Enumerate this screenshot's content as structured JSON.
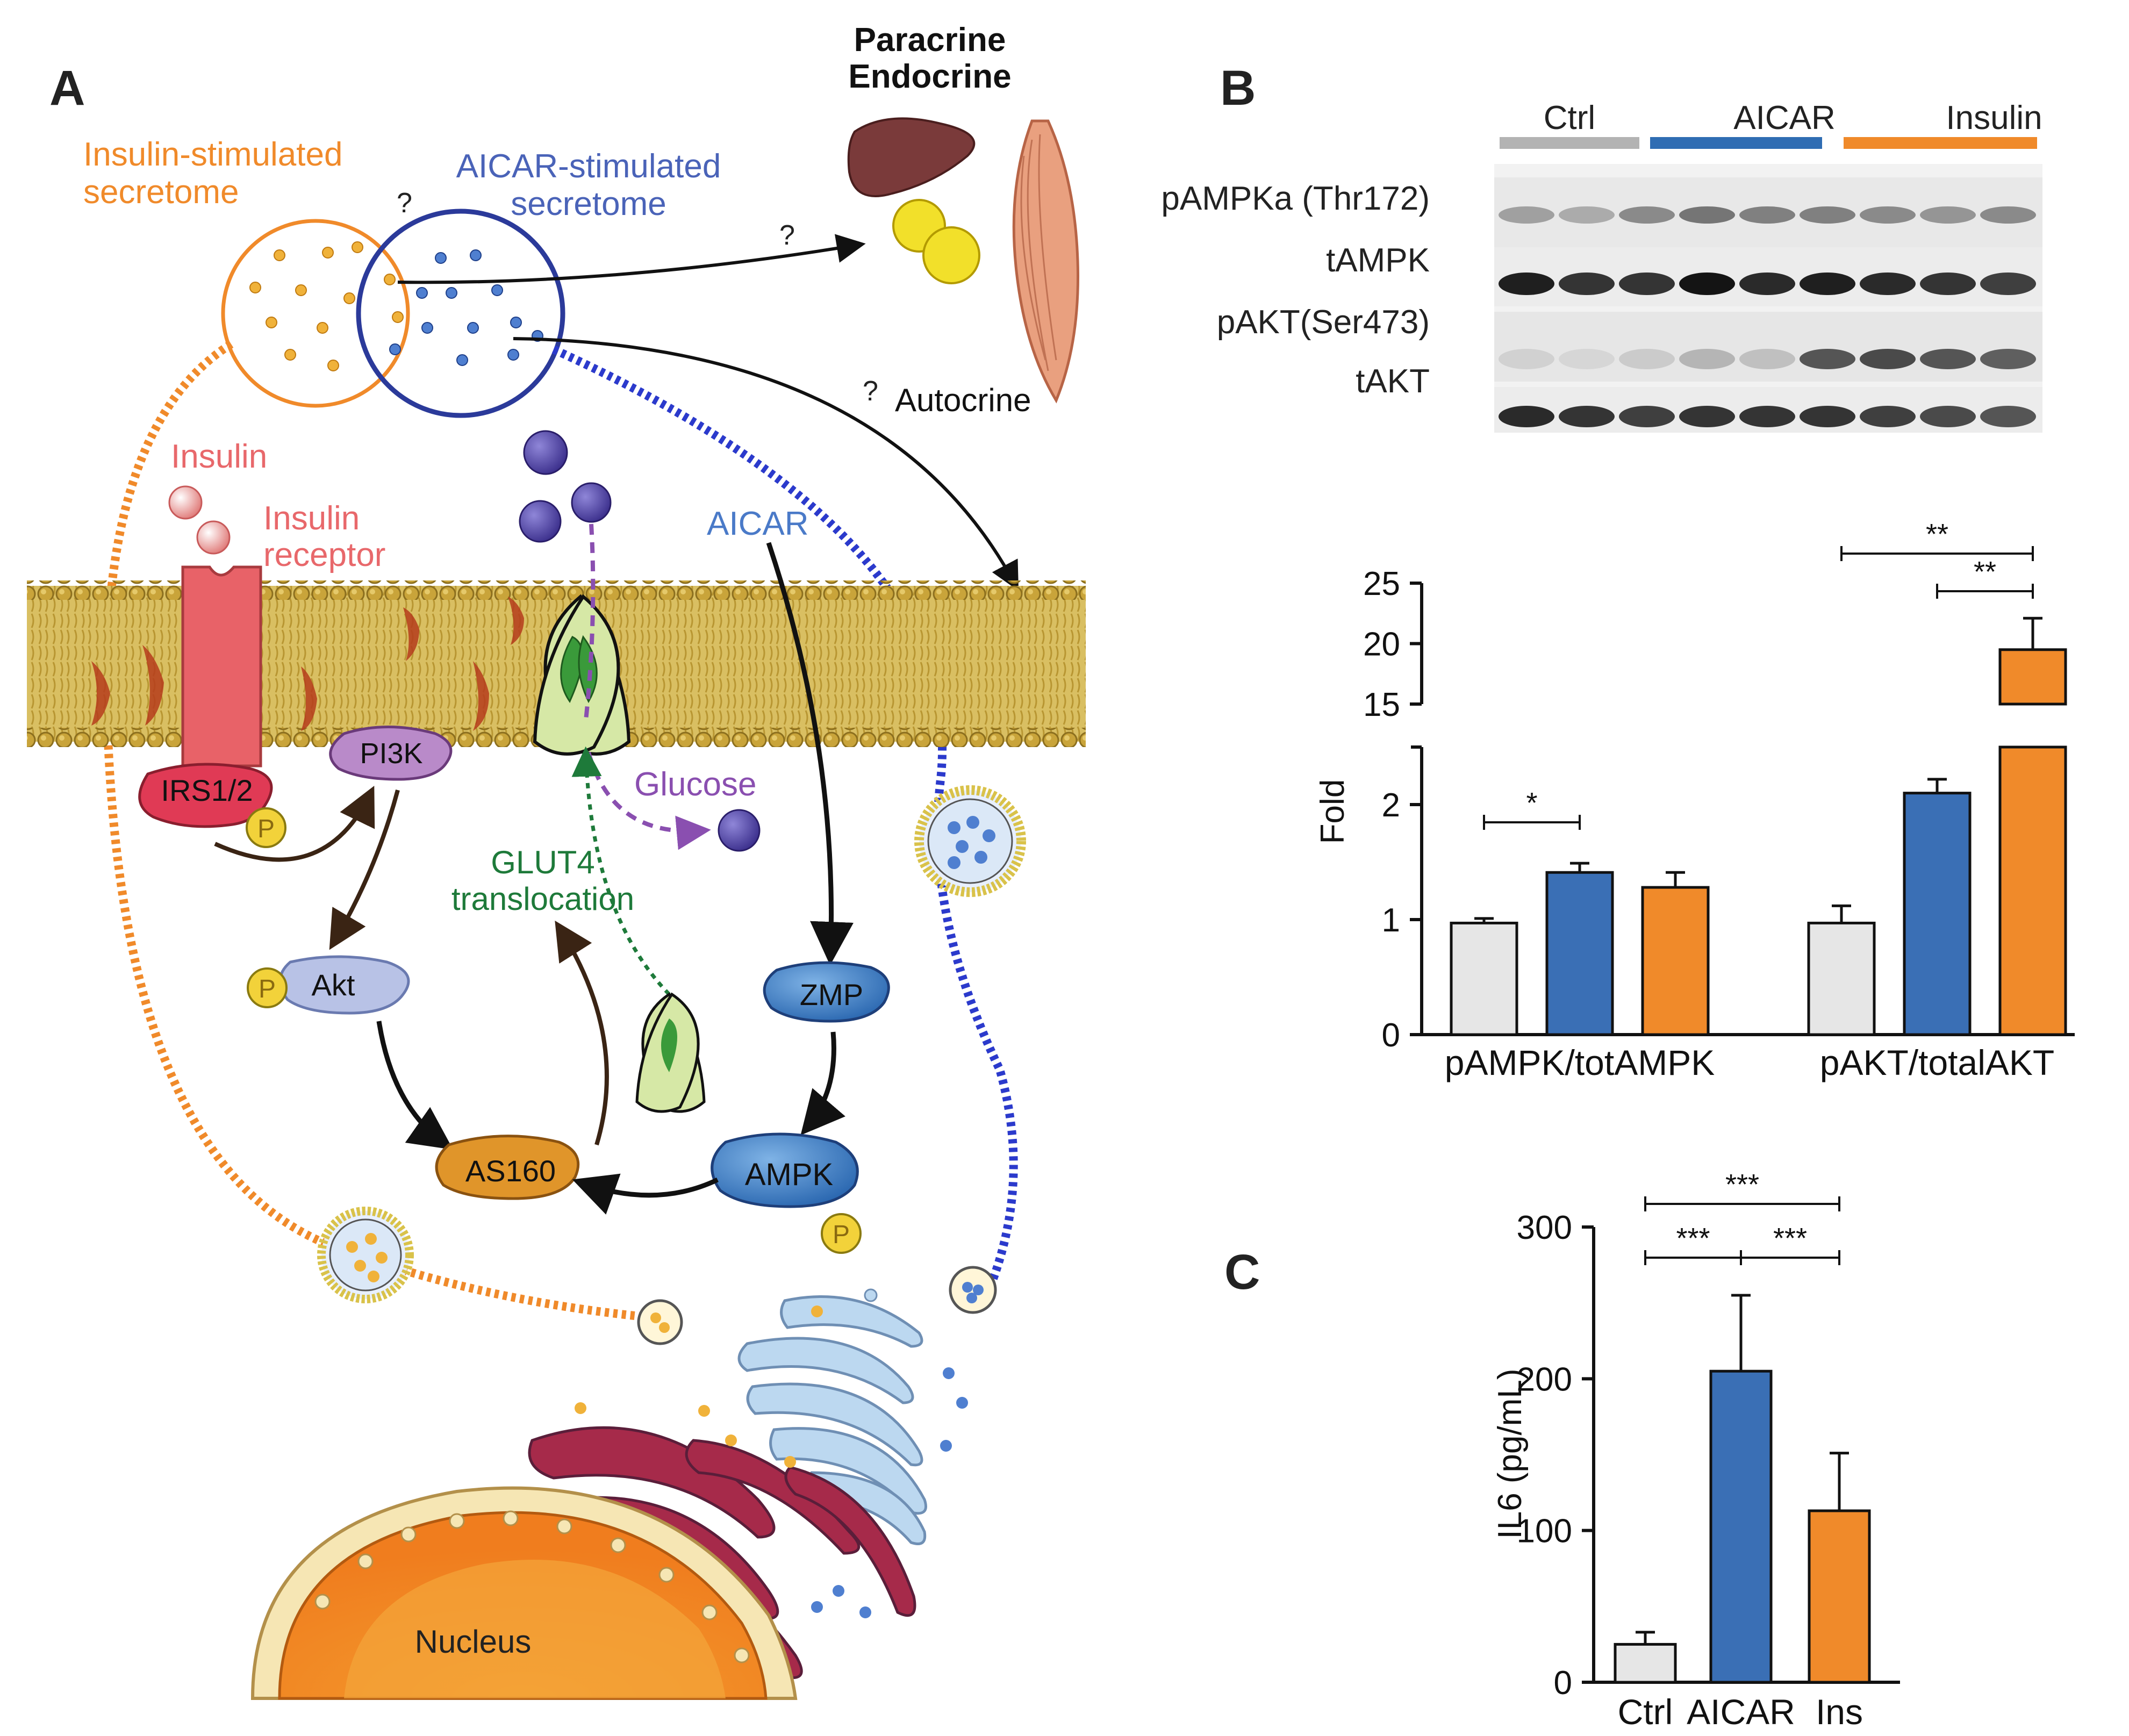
{
  "panel_labels": {
    "a": "A",
    "b": "B",
    "c": "C"
  },
  "colors": {
    "insulin_orange": "#f08a2a",
    "aicar_blue": "#3a6fb5",
    "ctrl_grey": "#e6e6e6",
    "insulin_red": "#e8686b",
    "glut4_green": "#1e7a3a",
    "glucose_purple": "#8a4fb0",
    "membrane_gold": "#c9a43a"
  },
  "diagram": {
    "insulin_secretome": "Insulin-stimulated\nsecretome",
    "aicar_secretome": "AICAR-stimulated\nsecretome",
    "paracrine": "Paracrine\nEndocrine",
    "autocrine": "Autocrine",
    "question": "?",
    "insulin": "Insulin",
    "insulin_receptor": "Insulin\nreceptor",
    "aicar": "AICAR",
    "irs": "IRS1/2",
    "pi3k": "PI3K",
    "phospho": "P",
    "glucose": "Glucose",
    "glut4": "GLUT4\ntranslocation",
    "akt": "Akt",
    "zmp": "ZMP",
    "as160": "AS160",
    "ampk": "AMPK",
    "nucleus": "Nucleus",
    "icons": [
      "liver-icon",
      "muscle-icon",
      "adipocyte-icon",
      "vesicle-icon",
      "golgi-icon",
      "er-icon",
      "glut4-transporter-icon",
      "membrane-icon"
    ]
  },
  "western_blot": {
    "groups": [
      "Ctrl",
      "AICAR",
      "Insulin"
    ],
    "group_colors": [
      "#b3b3b3",
      "#2f6db3",
      "#f08a2a"
    ],
    "rows": [
      "pAMPKa (Thr172)",
      "tAMPK",
      "pAKT(Ser473)",
      "tAKT"
    ],
    "lanes": 9
  },
  "chart_data": [
    {
      "type": "bar",
      "panel": "B",
      "ylabel": "Fold",
      "categories": [
        "pAMPK/totAMPK",
        "pAKT/totalAKT"
      ],
      "series": [
        {
          "values": [
            0.97,
            0.97
          ],
          "errors": [
            0.04,
            0.15
          ],
          "color": "#e6e6e6"
        },
        {
          "values": [
            1.41,
            2.1
          ],
          "errors": [
            0.08,
            0.12
          ],
          "color": "#3a6fb5"
        },
        {
          "values": [
            1.28,
            19.5
          ],
          "errors": [
            0.13,
            2.6
          ],
          "color": "#f08a2a"
        }
      ],
      "axis_broken": true,
      "lower_range": [
        0,
        2.5
      ],
      "upper_range": [
        15,
        25
      ],
      "lower_ticks": [
        "0",
        "1",
        "2"
      ],
      "upper_ticks": [
        "15",
        "20",
        "25"
      ],
      "significance": [
        {
          "label": "*",
          "category": "pAMPK/totAMPK",
          "from_series": 0,
          "to_series": 1
        },
        {
          "label": "**",
          "category": "pAKT/totalAKT",
          "from_series": 0,
          "to_series": 2
        },
        {
          "label": "**",
          "category": "pAKT/totalAKT",
          "from_series": 1,
          "to_series": 2
        }
      ]
    },
    {
      "type": "bar",
      "panel": "C",
      "ylabel": "IL6 (pg/mL)",
      "categories": [
        "Ctrl",
        "AICAR",
        "Ins"
      ],
      "values": [
        25,
        205,
        113
      ],
      "errors": [
        8,
        50,
        38
      ],
      "colors": [
        "#e6e6e6",
        "#3a6fb5",
        "#f08a2a"
      ],
      "ylim": [
        0,
        300
      ],
      "ticks": [
        "0",
        "100",
        "200",
        "300"
      ],
      "significance": [
        {
          "label": "***",
          "from": 0,
          "to": 2
        },
        {
          "label": "***",
          "from": 0,
          "to": 1
        },
        {
          "label": "***",
          "from": 1,
          "to": 2
        }
      ]
    }
  ]
}
